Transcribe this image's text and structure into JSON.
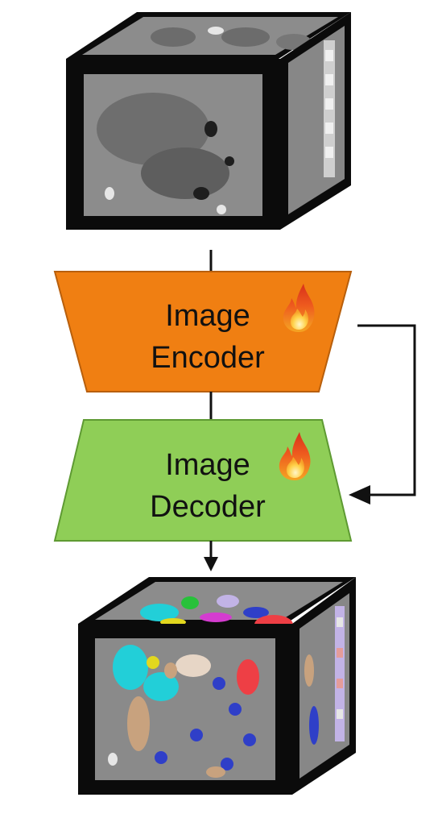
{
  "encoder": {
    "line1": "Image",
    "line2": "Encoder",
    "badge_icon": "fire-icon"
  },
  "decoder": {
    "line1": "Image",
    "line2": "Decoder",
    "badge_icon": "fire-icon"
  },
  "colors": {
    "encoder_fill": "#F07F12",
    "encoder_stroke": "#B85F0C",
    "decoder_fill": "#8FCE57",
    "decoder_stroke": "#5E9A32",
    "frame": "#0B0B0B",
    "ct_tissue": "#8C8C8C",
    "ct_dark": "#3A3A3A",
    "ct_bone": "#E6E6E6",
    "connector": "#111111"
  },
  "segment_colors": {
    "cyan": "#22CFD8",
    "green": "#27C13A",
    "yellow": "#E2D71E",
    "lavender": "#C2B3E6",
    "red": "#EE3F45",
    "blue": "#2F3FC8",
    "magenta": "#D43CD0",
    "tan": "#C8A27E",
    "beige": "#E7D6C6",
    "pink": "#E59C9A"
  }
}
